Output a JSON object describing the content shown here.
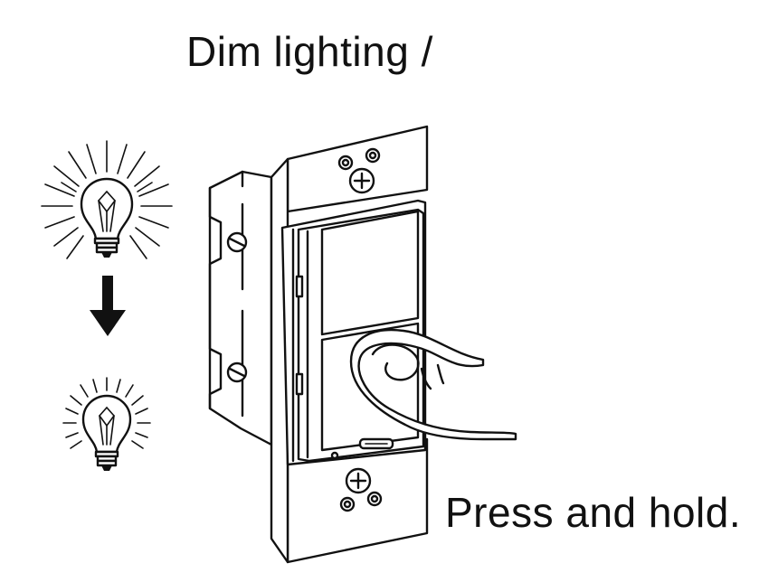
{
  "heading": "Dim lighting /",
  "instruction": "Press and hold.",
  "icons": {
    "bright_bulb": "bright-lightbulb-icon",
    "arrow": "down-arrow-icon",
    "dim_bulb": "dim-lightbulb-icon",
    "switch": "smart-dimmer-switch",
    "finger": "pressing-finger"
  },
  "colors": {
    "ink": "#111111",
    "background": "#ffffff"
  }
}
